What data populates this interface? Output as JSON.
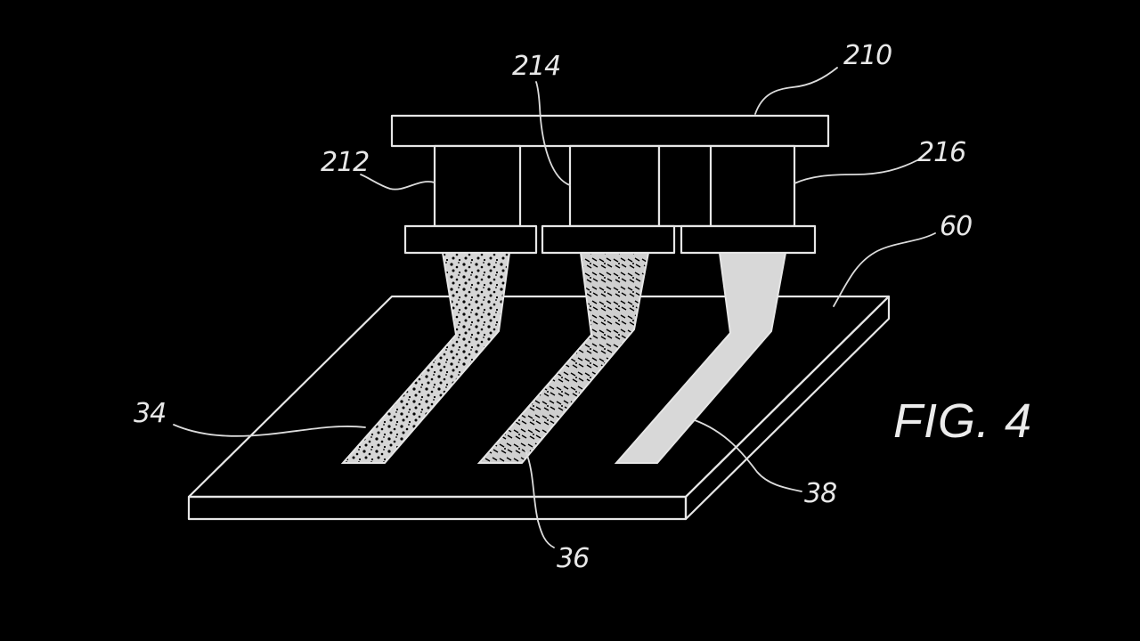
{
  "figure": {
    "caption": "FIG. 4"
  },
  "reference_numerals": {
    "applicator_assembly": "210",
    "first_dispenser": "212",
    "second_dispenser": "214",
    "third_dispenser": "216",
    "substrate": "60",
    "first_bead": "34",
    "second_bead": "36",
    "third_bead": "38"
  },
  "colors": {
    "background": "#000000",
    "line": "#e6e6e6",
    "solid_fill": "#d8d8d8"
  }
}
